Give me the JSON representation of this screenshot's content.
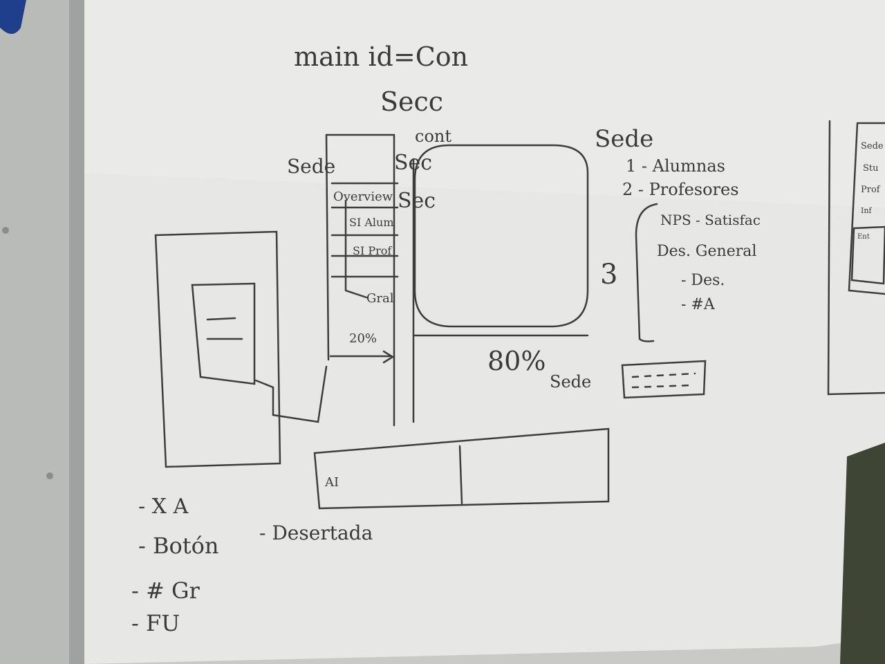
{
  "whiteboard": {
    "header_line": "main id=Con",
    "header_sub": "Secc",
    "center_labels": {
      "cont": "cont",
      "sec1": "Sec",
      "sec2": "Sec",
      "sede": "Sede",
      "overview": "Overview",
      "si_alum": "SI Alum",
      "si_prof": "SI Prof",
      "gral": "Gral",
      "pct_small": "20%",
      "pct_big": "80%",
      "sede_under": "Sede"
    },
    "right_list": {
      "title": "Sede",
      "items": [
        "1 - Alumnas",
        "2 - Profesores",
        "NPS - Satisfac",
        "Des. General",
        "- Des.",
        "- #A"
      ],
      "bracket_number": "3"
    },
    "far_right_panel": {
      "items": [
        "Sede",
        "Stu",
        "Prof",
        "Inf"
      ],
      "box_label": "Ent"
    },
    "bottom_box_label": "AI",
    "left_notes": [
      "- X A",
      "- Botón",
      "- Desertada",
      "- # Gr",
      "- FU"
    ]
  }
}
